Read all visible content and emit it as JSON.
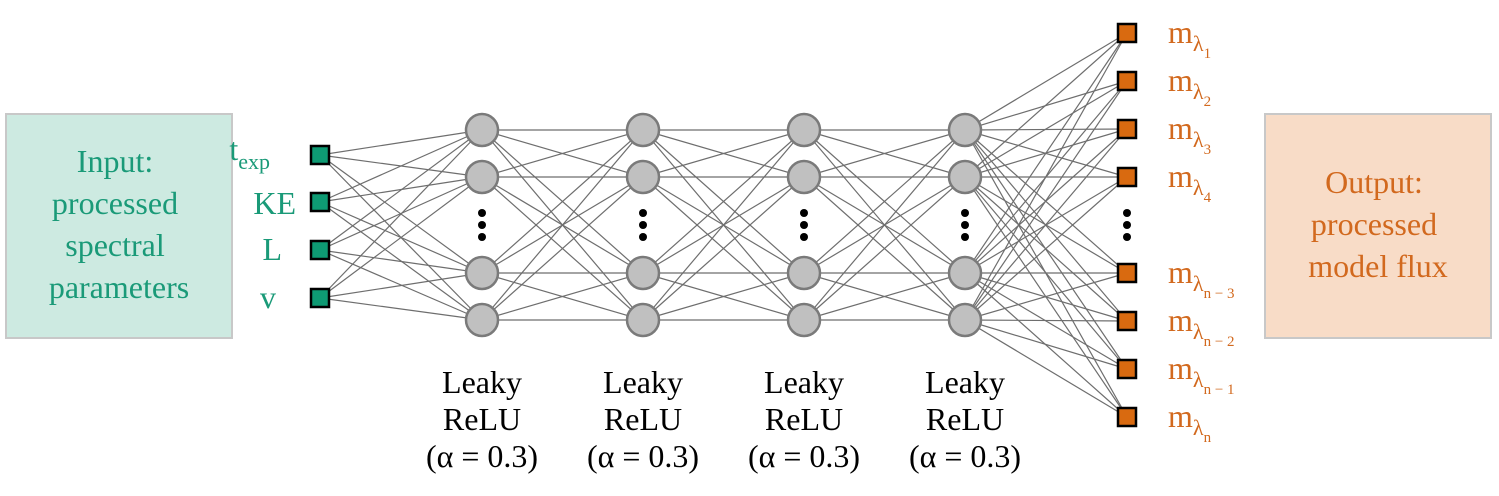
{
  "input_box": {
    "lines": [
      "Input:",
      "processed",
      "spectral",
      "parameters"
    ],
    "fill": "#cdeae1",
    "text_color": "#1a9a78"
  },
  "output_box": {
    "lines": [
      "Output:",
      "processed",
      "model flux"
    ],
    "fill": "#f8dcc7",
    "text_color": "#d2691e"
  },
  "inputs": [
    {
      "main": "t",
      "sub": "exp"
    },
    {
      "main": "KE",
      "sub": ""
    },
    {
      "main": "L",
      "sub": ""
    },
    {
      "main": "v",
      "sub": ""
    }
  ],
  "input_node_color": "#0e9a73",
  "hidden_node_color": "#c0c0c0",
  "output_node_color": "#d96a10",
  "layers": [
    {
      "activation_lines": [
        "Leaky",
        "ReLU",
        "(α = 0.3)"
      ]
    },
    {
      "activation_lines": [
        "Leaky",
        "ReLU",
        "(α = 0.3)"
      ]
    },
    {
      "activation_lines": [
        "Leaky",
        "ReLU",
        "(α = 0.3)"
      ]
    },
    {
      "activation_lines": [
        "Leaky",
        "ReLU",
        "(α = 0.3)"
      ]
    }
  ],
  "outputs": [
    {
      "main": "m",
      "sub": "λ",
      "subsub": "1"
    },
    {
      "main": "m",
      "sub": "λ",
      "subsub": "2"
    },
    {
      "main": "m",
      "sub": "λ",
      "subsub": "3"
    },
    {
      "main": "m",
      "sub": "λ",
      "subsub": "4"
    },
    {
      "main": "m",
      "sub": "λ",
      "subsub": "n − 3"
    },
    {
      "main": "m",
      "sub": "λ",
      "subsub": "n − 2"
    },
    {
      "main": "m",
      "sub": "λ",
      "subsub": "n − 1"
    },
    {
      "main": "m",
      "sub": "λ",
      "subsub": "n"
    }
  ]
}
